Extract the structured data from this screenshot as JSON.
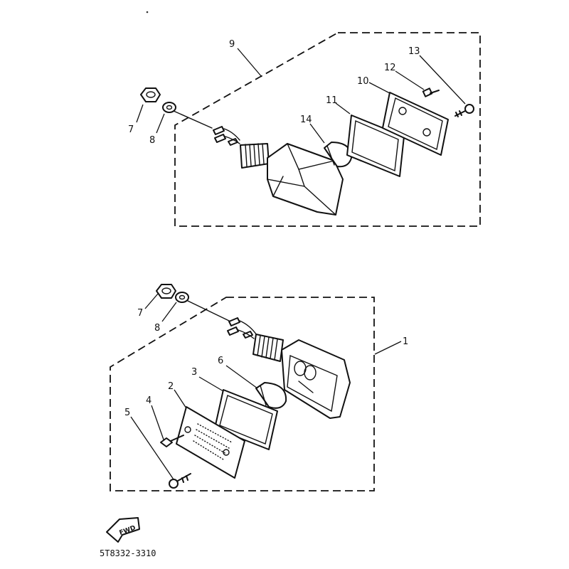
{
  "diagram_code": "5T8332-3310",
  "fwd_label": "FWD",
  "callouts_top": {
    "c9": "9",
    "c7": "7",
    "c8": "8",
    "c14": "14",
    "c11": "11",
    "c10": "10",
    "c12": "12",
    "c13": "13"
  },
  "callouts_bottom": {
    "c7": "7",
    "c8": "8",
    "c1": "1",
    "c6": "6",
    "c3": "3",
    "c2": "2",
    "c4": "4",
    "c5": "5"
  }
}
